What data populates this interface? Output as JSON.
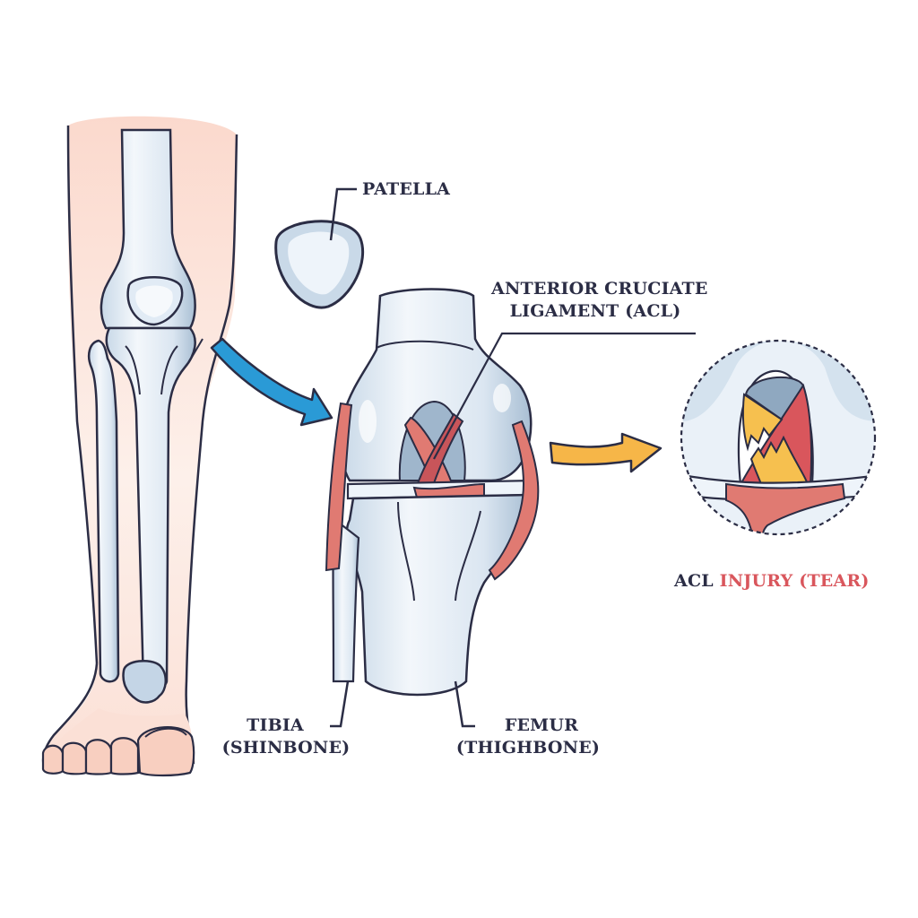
{
  "diagram": {
    "subject": "Knee anatomy and ACL injury",
    "labels": {
      "patella": "PATELLA",
      "acl_line1": "ANTERIOR CRUCIATE",
      "acl_line2": "LIGAMENT (ACL)",
      "tibia_line1": "TIBIA",
      "tibia_line2": "(SHINBONE)",
      "femur_line1": "FEMUR",
      "femur_line2": "(THIGHBONE)",
      "injury_prefix": "ACL",
      "injury_suffix": "INJURY (TEAR)"
    },
    "colors": {
      "outline": "#2b2d45",
      "bone_light": "#e8f0f8",
      "bone_mid": "#c5d6e6",
      "bone_shadow": "#9fb6cc",
      "skin": "#fbe0d6",
      "ligament_red": "#e07a72",
      "ligament_dark": "#c8555a",
      "torn_ligament_yellow": "#f6c04f",
      "arrow_blue": "#2a9ad6",
      "arrow_yellow": "#f6b648",
      "injury_text_red": "#d9565c"
    },
    "elements": [
      {
        "name": "leg-front-view",
        "description": "Leg with skeleton showing femur, patella, tibia, fibula, foot"
      },
      {
        "name": "blue-arrow",
        "direction": "leg to knee joint"
      },
      {
        "name": "patella-bone",
        "description": "Detached kneecap"
      },
      {
        "name": "knee-joint-closeup",
        "description": "Knee joint with ACL highlighted"
      },
      {
        "name": "yellow-arrow",
        "direction": "knee joint to injury detail"
      },
      {
        "name": "acl-tear-detail",
        "description": "Circular dashed inset showing torn ACL"
      }
    ]
  }
}
